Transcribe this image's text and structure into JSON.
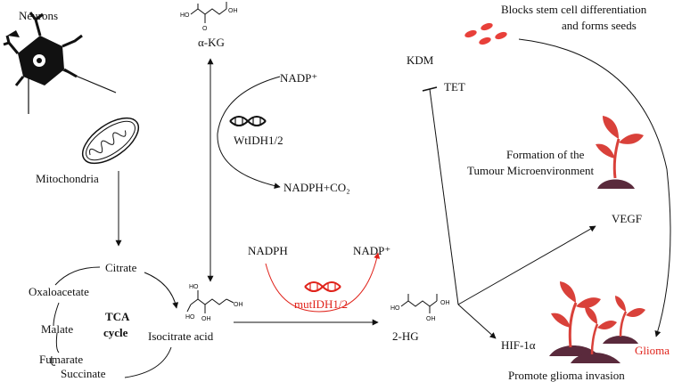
{
  "labels": {
    "neurons": "Neurons",
    "mitochondria": "Mitochondria",
    "citrate": "Citrate",
    "oxaloacetate": "Oxaloacetate",
    "tca1": "TCA",
    "tca2": "cycle",
    "malate": "Malate",
    "fumarate": "Fumarate",
    "succinate": "Succinate",
    "isocitrate": "Isocitrate acid",
    "akg": "α-KG",
    "nadp_top": "NADP⁺",
    "wtidh": "WtIDH1/2",
    "nadph_co2": "NADPH+CO₂",
    "nadph": "NADPH",
    "nadp_red": "NADP⁺",
    "mutidh": "mutIDH1/2",
    "two_hg": "2-HG",
    "kdm": "KDM",
    "tet": "TET",
    "blocks1": "Blocks stem cell differentiation",
    "blocks2": "and forms seeds",
    "formation1": "Formation of the",
    "formation2": "Tumour Microenvironment",
    "vegf": "VEGF",
    "hif": "HIF-1α",
    "glioma": "Glioma",
    "promote": "Promote glioma invasion"
  },
  "chem": {
    "ho": "HO",
    "oh": "OH",
    "o": "O"
  },
  "colors": {
    "red": "#e0231b",
    "seed": "#e8403a",
    "plant": "#d9413a",
    "soil": "#5a2a3c",
    "ink": "#111111"
  }
}
